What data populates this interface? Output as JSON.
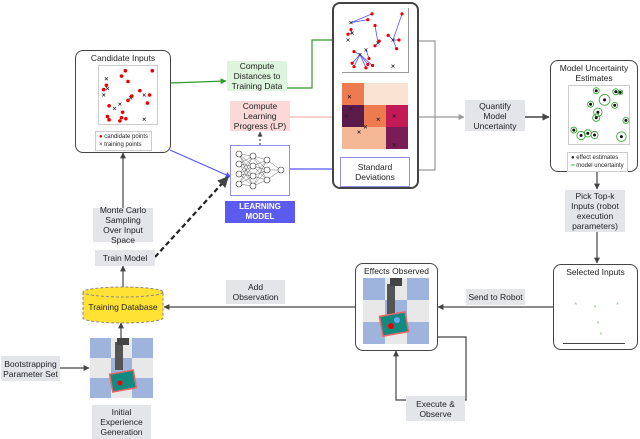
{
  "candidate_inputs": {
    "title": "Candidate Inputs",
    "legend": [
      "candidate points",
      "training points"
    ],
    "candidate_points": [
      [
        0.45,
        0.95
      ],
      [
        0.95,
        0.95
      ],
      [
        0.38,
        0.85
      ],
      [
        0.5,
        0.75
      ],
      [
        0.1,
        0.68
      ],
      [
        0.05,
        0.6
      ],
      [
        0.72,
        0.58
      ],
      [
        0.9,
        0.5
      ],
      [
        0.57,
        0.48
      ],
      [
        0.5,
        0.4
      ],
      [
        0.15,
        0.3
      ],
      [
        0.86,
        0.35
      ],
      [
        0.4,
        0.18
      ],
      [
        0.12,
        0.1
      ],
      [
        0.38,
        0.08
      ],
      [
        0.46,
        0.06
      ],
      [
        0.15,
        0.04
      ],
      [
        0.35,
        0.02
      ]
    ],
    "training_points": [
      [
        0.1,
        0.8
      ],
      [
        0.12,
        0.62
      ],
      [
        0.05,
        0.5
      ],
      [
        0.55,
        0.45
      ],
      [
        0.8,
        0.5
      ],
      [
        0.35,
        0.33
      ],
      [
        0.25,
        0.25
      ],
      [
        0.8,
        0.05
      ]
    ]
  },
  "compute_distances": "Compute Distances to Training Data",
  "compute_lp": "Compute Learning Progress (LP)",
  "learning_model": "LEARNING MODEL",
  "standard_deviations": "Standard Deviations",
  "quantify": "Quantify Model Uncertainty",
  "model_uncertainty": {
    "title": "Model Uncertainty Estimates",
    "legend": [
      "effect estimates",
      "model uncertainty"
    ],
    "points": [
      [
        0.45,
        0.95,
        0.05
      ],
      [
        0.8,
        0.93,
        0.05
      ],
      [
        0.88,
        0.92,
        0.04
      ],
      [
        0.6,
        0.78,
        0.09
      ],
      [
        0.35,
        0.7,
        0.05
      ],
      [
        0.78,
        0.68,
        0.05
      ],
      [
        0.48,
        0.55,
        0.07
      ],
      [
        0.45,
        0.45,
        0.06
      ],
      [
        0.98,
        0.4,
        0.05
      ],
      [
        0.05,
        0.22,
        0.05
      ],
      [
        0.18,
        0.12,
        0.07
      ],
      [
        0.3,
        0.16,
        0.06
      ],
      [
        0.42,
        0.13,
        0.06
      ],
      [
        0.9,
        0.1,
        0.08
      ]
    ],
    "colors": {
      "points": "#111111",
      "uncertainty": "#3aa63a"
    }
  },
  "pick_top_k": "Pick Top-k Inputs (robot execution parameters)",
  "selected_inputs": {
    "title": "Selected Inputs",
    "points": [
      [
        0.15,
        0.6
      ],
      [
        0.5,
        0.55
      ],
      [
        0.9,
        0.6
      ],
      [
        0.55,
        0.25
      ],
      [
        0.6,
        0.05
      ]
    ]
  },
  "send_to_robot": "Send to Robot",
  "effects_observed": "Effects Observed",
  "execute_observe": "Execute & Observe",
  "add_observation": "Add Observation",
  "training_database": "Training Database",
  "train_model": "Train Model",
  "monte_carlo": "Monte Carlo Sampling Over Input Space",
  "bootstrapping": "Bootstrapping Parameter Set",
  "initial_experience": "Initial Experience Generation",
  "colors": {
    "green": "#2e9b2e",
    "blue": "#5555ff",
    "pink": "#f5b5b5",
    "gray": "#999999",
    "dark": "#444444",
    "db": "#ffe234"
  }
}
